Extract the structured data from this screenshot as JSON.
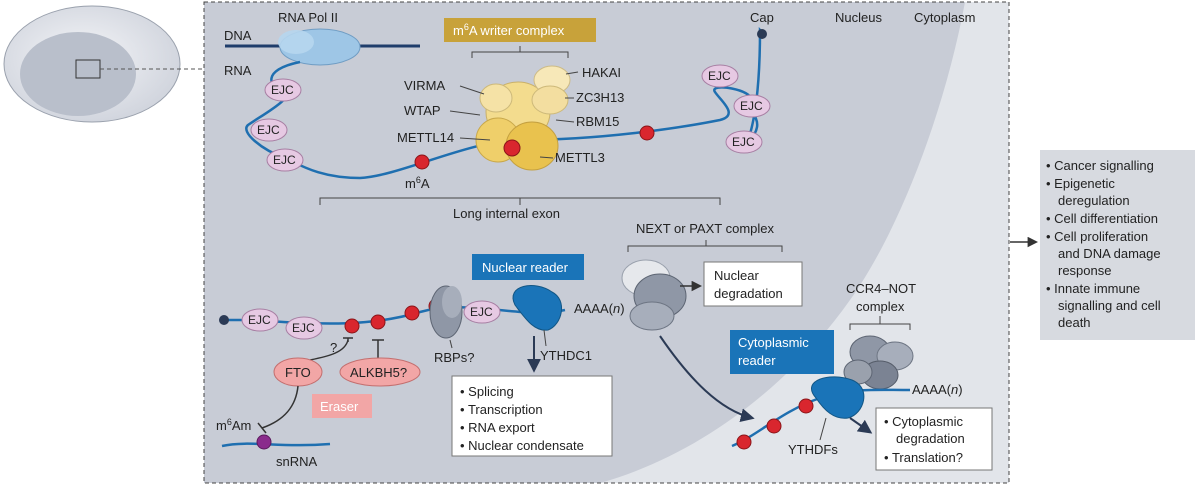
{
  "compartments": {
    "nucleus": "Nucleus",
    "cytoplasm": "Cytoplasm"
  },
  "transcription": {
    "rna_pol": "RNA Pol II",
    "dna": "DNA",
    "rna": "RNA",
    "cap": "Cap"
  },
  "writer": {
    "title_base": "m",
    "title_sup": "6",
    "title_rest": "A writer complex",
    "proteins": [
      "VIRMA",
      "WTAP",
      "METTL14",
      "HAKAI",
      "ZC3H13",
      "RBM15",
      "METTL3"
    ]
  },
  "ejc": "EJC",
  "m6a": {
    "base": "m",
    "sup": "6",
    "rest": "A"
  },
  "exon_label": "Long internal exon",
  "next_paxt": "NEXT or PAXT complex",
  "nuclear_reader": "Nuclear reader",
  "nuclear_degradation": [
    "Nuclear",
    "degradation"
  ],
  "polyA": {
    "base": "AAAA(",
    "n": "n",
    "close": ")"
  },
  "rbps": "RBPs?",
  "ythdc1": "YTHDC1",
  "question": "?",
  "fto": "FTO",
  "alkbh5": "ALKBH5?",
  "eraser": "Eraser",
  "m6am": {
    "base": "m",
    "sup": "6",
    "rest": "Am"
  },
  "snrna": "snRNA",
  "nuclear_functions": [
    "Splicing",
    "Transcription",
    "RNA export",
    "Nuclear condensate"
  ],
  "ccr4": [
    "CCR4–NOT",
    "complex"
  ],
  "cytoplasmic_reader": [
    "Cytoplasmic",
    "reader"
  ],
  "ythdfs": "YTHDFs",
  "cyto_functions": [
    [
      "Cytoplasmic",
      "degradation"
    ],
    [
      "Translation?"
    ]
  ],
  "outcomes": [
    [
      "Cancer signalling"
    ],
    [
      "Epigenetic",
      "deregulation"
    ],
    [
      "Cell differentiation"
    ],
    [
      "Cell proliferation",
      "and DNA damage",
      "response"
    ],
    [
      "Innate immune",
      "signalling and cell",
      "death"
    ]
  ],
  "colors": {
    "nucleus_bg": "#c9cdd7",
    "cytoplasm_bg": "#e0e3e9",
    "rna_line": "#1f6fb0",
    "ejc_fill": "#e6c9e3",
    "m6a_red": "#d9262e",
    "writer_gold": "#c8a23a",
    "reader_blue": "#1a74b8",
    "eraser_pink": "#f2a6a6",
    "outcome_bg": "#d7dae0"
  }
}
